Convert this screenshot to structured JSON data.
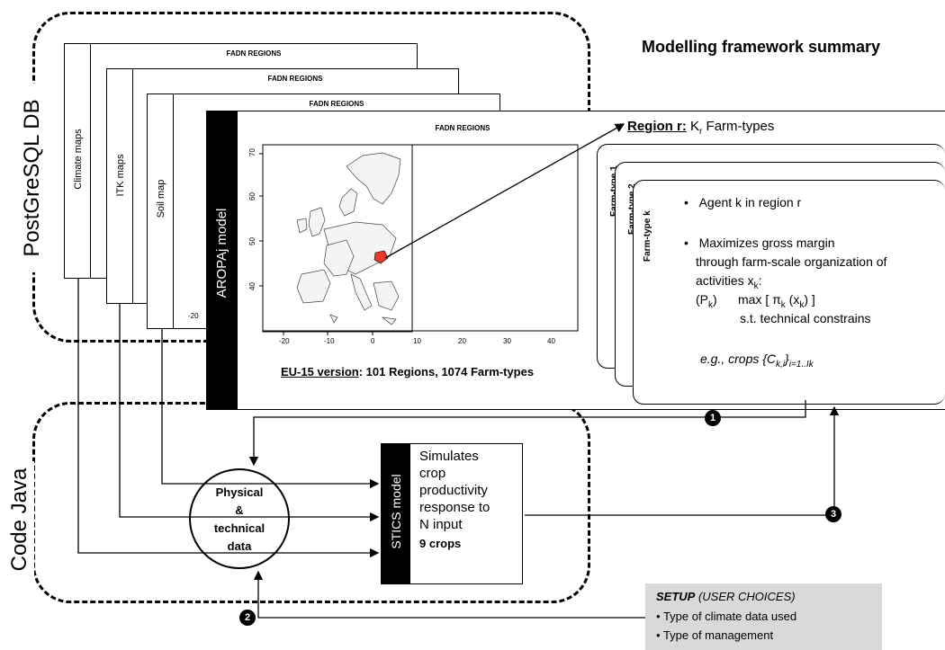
{
  "title": "Modelling framework summary",
  "db_box": {
    "label": "PostGreSQL DB"
  },
  "java_box": {
    "label": "Code Java"
  },
  "map_header": "FADN REGIONS",
  "maps": [
    {
      "label": "Climate maps"
    },
    {
      "label": "ITK maps"
    },
    {
      "label": "Soil map"
    }
  ],
  "aropaj": {
    "label": "AROPAj model",
    "version_bold_underlined": "EU-15 version",
    "version_rest": ": 101 Regions, 1074 Farm-types"
  },
  "map_axes": {
    "x_ticks": [
      "-20",
      "-10",
      "0",
      "10",
      "20",
      "30",
      "40"
    ],
    "y_ticks": [
      "70",
      "60",
      "50",
      "40"
    ],
    "partial_tick": "-20"
  },
  "region": {
    "label_underlined": "Region r:",
    "label_k": "K",
    "label_sub": "r",
    "label_rest": "Farm-types"
  },
  "farm_types": [
    "Farm-type 1",
    "Farm-type 2",
    "Farm-type k"
  ],
  "agent": {
    "bullet1": "Agent k in region r",
    "bullet2_line1": "Maximizes gross margin",
    "bullet2_line2": "through farm-scale organization of",
    "bullet2_line3": "activities x",
    "sub_k": "k",
    "colon": ":",
    "pk": "(P",
    "pk_close": ")",
    "max_expr": "max [ π",
    "max_expr2": " (x",
    "max_expr3": ") ]",
    "st": "s.t.  technical constrains",
    "eg": "e.g., crops {C",
    "eg_sub": "k,i",
    "eg_close": "}",
    "eg_range": "i=1..Ik"
  },
  "physical": {
    "line1": "Physical",
    "line2": "&",
    "line3": "technical",
    "line4": "data"
  },
  "stics": {
    "label": "STICS model",
    "line1": "Simulates",
    "line2": "crop",
    "line3": "productivity",
    "line4": "response to",
    "line5": "N input",
    "crops": "9 crops"
  },
  "setup": {
    "title_bold": "SETUP",
    "title_rest": " (USER CHOICES)",
    "items": [
      "Type of climate data used",
      "Type of management"
    ]
  },
  "markers": [
    "1",
    "2",
    "3"
  ],
  "colors": {
    "region_highlight": "#e8392b",
    "setup_bg": "#d9d9d9",
    "dark_strip": "#000000"
  }
}
